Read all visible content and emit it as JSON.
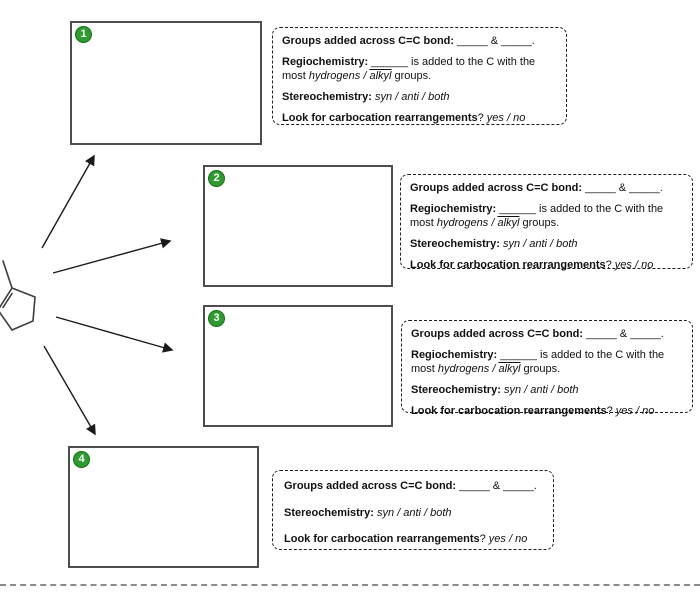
{
  "colors": {
    "badge_green": "#2e9b2e",
    "badge_green_dark": "#177117",
    "box_border_gray": "#4d4d4d",
    "dashed_black": "#1c1c1c",
    "divider_gray": "#8a8a8a"
  },
  "molecule": {
    "icon": "1-methylcyclopentene-structure"
  },
  "panels": [
    {
      "number": "1",
      "questions": {
        "groups_label": "Groups added across C=C bond:",
        "groups_blanks": "_____ & _____.",
        "regio_label": "Regiochemistry:",
        "regio_blank": "______",
        "regio_line1": "is added to the C with the",
        "regio_line2_pre": "most",
        "regio_choice_a": "hydrogens /",
        "regio_choice_b": "alkyl",
        "regio_line2_post": "groups.",
        "stereo_label": "Stereochemistry:",
        "stereo_options": "syn / anti / both",
        "rearr_label": "Look for carbocation rearrangements",
        "rearr_suffix": "?",
        "rearr_options": "yes / no"
      }
    },
    {
      "number": "2",
      "questions": {
        "groups_label": "Groups added across C=C bond:",
        "groups_blanks": "_____ & _____.",
        "regio_label": "Regiochemistry:",
        "regio_blank": "______",
        "regio_line1": "is added to the C with the",
        "regio_line2_pre": "most",
        "regio_choice_a": "hydrogens /",
        "regio_choice_b": "alkyl",
        "regio_line2_post": "groups.",
        "stereo_label": "Stereochemistry:",
        "stereo_options": "syn / anti / both",
        "rearr_label": "Look for carbocation rearrangements",
        "rearr_suffix": "?",
        "rearr_options": "yes / no"
      }
    },
    {
      "number": "3",
      "questions": {
        "groups_label": "Groups added across C=C bond:",
        "groups_blanks": "_____ & _____.",
        "regio_label": "Regiochemistry:",
        "regio_blank": "______",
        "regio_line1": "is added to the C with the",
        "regio_line2_pre": "most",
        "regio_choice_a": "hydrogens /",
        "regio_choice_b": "alkyl",
        "regio_line2_post": "groups.",
        "stereo_label": "Stereochemistry:",
        "stereo_options": "syn / anti / both",
        "rearr_label": "Look for carbocation rearrangements",
        "rearr_suffix": "?",
        "rearr_options": "yes / no"
      }
    },
    {
      "number": "4",
      "questions": {
        "groups_label": "Groups added across C=C bond:",
        "groups_blanks": "_____ & _____.",
        "stereo_label": "Stereochemistry:",
        "stereo_options": "syn / anti / both",
        "rearr_label": "Look for carbocation rearrangements",
        "rearr_suffix": "?",
        "rearr_options": "yes / no"
      }
    }
  ]
}
